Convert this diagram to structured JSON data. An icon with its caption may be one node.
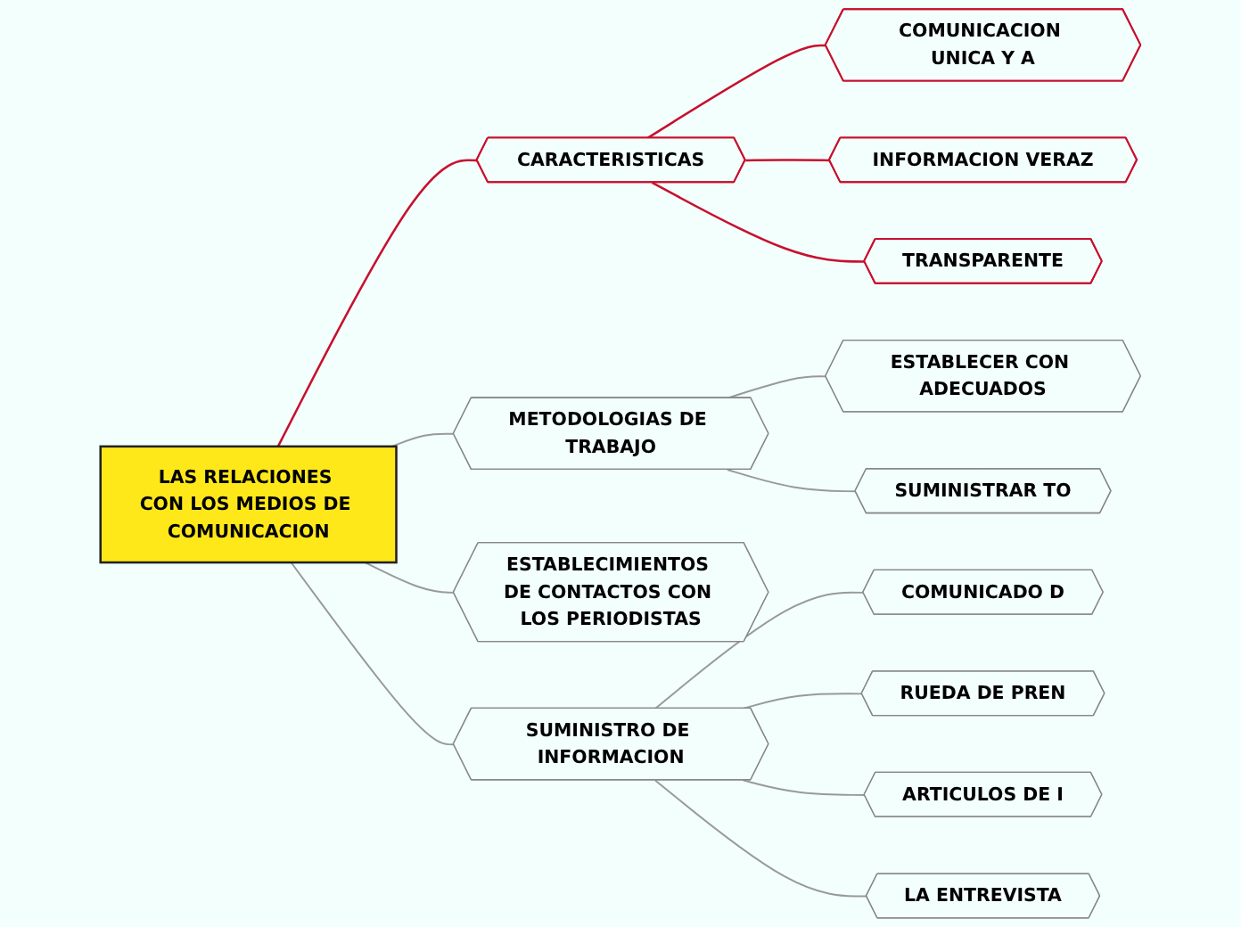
{
  "diagram": {
    "nodes": [
      {
        "text": [
          "LAS RELACIONES CON LOS MEDIOS DE COMUNICACION"
        ]
      },
      {
        "text": [
          "CARACTERISTICAS"
        ]
      },
      {
        "text": [
          "COMUNICACION UNICA Y A"
        ]
      },
      {
        "text": [
          "INFORMACION VERAZ"
        ]
      },
      {
        "text": [
          "TRANSPARENTE"
        ]
      },
      {
        "text": [
          "METODOLOGIAS DE TRABAJO"
        ]
      },
      {
        "text": [
          "ESTABLECER CON ADECUADOS"
        ]
      },
      {
        "text": [
          "SUMINISTRAR TO"
        ]
      },
      {
        "text": [
          "ESTABLECIMIENTOS DE CONTACTOS CON LOS PERIODISTAS"
        ]
      },
      {
        "text": [
          "SUMINISTRO DE INFORMACION"
        ]
      },
      {
        "text": [
          "COMUNICADO D"
        ]
      },
      {
        "text": [
          "RUEDA DE PREN"
        ]
      },
      {
        "text": [
          "ARTICULOS DE I"
        ]
      },
      {
        "text": [
          "LA ENTREVISTA"
        ]
      }
    ],
    "edges": [
      {
        "from": 0,
        "to": 1,
        "arrow": "none",
        "color": "#c8102e"
      },
      {
        "from": 1,
        "to": 2,
        "arrow": "none",
        "color": "#c8102e"
      },
      {
        "from": 1,
        "to": 3,
        "arrow": "none",
        "color": "#c8102e"
      },
      {
        "from": 1,
        "to": 4,
        "arrow": "none",
        "color": "#c8102e"
      },
      {
        "from": 0,
        "to": 5,
        "arrow": "none"
      },
      {
        "from": 5,
        "to": 6,
        "arrow": "none"
      },
      {
        "from": 5,
        "to": 7,
        "arrow": "none"
      },
      {
        "from": 0,
        "to": 8,
        "arrow": "none"
      },
      {
        "from": 0,
        "to": 9,
        "arrow": "none"
      },
      {
        "from": 9,
        "to": 10,
        "arrow": "none"
      },
      {
        "from": 9,
        "to": 11,
        "arrow": "none"
      },
      {
        "from": 9,
        "to": 12,
        "arrow": "none"
      },
      {
        "from": 9,
        "to": 13,
        "arrow": "none"
      }
    ]
  }
}
